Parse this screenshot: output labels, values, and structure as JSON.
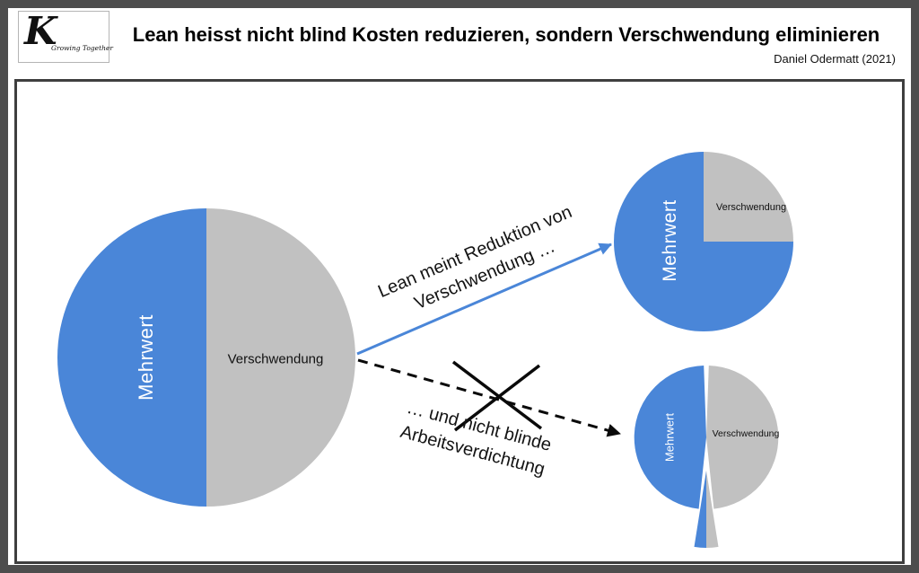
{
  "header": {
    "logo": {
      "letter": "K",
      "tagline": "Growing Together"
    },
    "title": "Lean heisst nicht blind Kosten reduzieren, sondern Verschwendung eliminieren",
    "attribution": "Daniel Odermatt (2021)"
  },
  "pies": {
    "current": {
      "mehrwert": "Mehrwert",
      "verschwendung": "Verschwendung"
    },
    "lean": {
      "mehrwert": "Mehrwert",
      "verschwendung": "Verschwendung"
    },
    "verdichtung": {
      "mehrwert": "Mehrwert",
      "verschwendung": "Verschwendung"
    }
  },
  "arrows": {
    "lean": {
      "line1": "Lean meint Reduktion von",
      "line2": "Verschwendung …"
    },
    "verdichtung": {
      "line1": "… und nicht blinde",
      "line2": "Arbeitsverdichtung"
    }
  },
  "colors": {
    "mehrwert_blue": "#4a86d8",
    "verschwendung_gray": "#c1c1c1",
    "frame_gray": "#4d4d4d",
    "arrow_black": "#0a0a0a"
  },
  "chart_data": [
    {
      "type": "pie",
      "name": "ausgangslage",
      "categories": [
        "Mehrwert",
        "Verschwendung"
      ],
      "values": [
        50,
        50
      ],
      "colors": [
        "#4a86d8",
        "#c1c1c1"
      ],
      "legend_position": "inside"
    },
    {
      "type": "pie",
      "name": "lean-reduktion-von-verschwendung",
      "categories": [
        "Mehrwert",
        "Verschwendung"
      ],
      "values": [
        75,
        25
      ],
      "colors": [
        "#4a86d8",
        "#c1c1c1"
      ],
      "legend_position": "inside"
    },
    {
      "type": "pie",
      "name": "blinde-arbeitsverdichtung",
      "categories": [
        "Mehrwert",
        "Verschwendung",
        "herausgeschnittener Keil (Mehrwert+Verschwendung)"
      ],
      "values": [
        47,
        48,
        5
      ],
      "colors": [
        "#4a86d8",
        "#c1c1c1",
        "#4a86d8+#c1c1c1"
      ],
      "exploded_slice": "thin bottom wedge pulled out below the pie",
      "legend_position": "inside"
    }
  ]
}
